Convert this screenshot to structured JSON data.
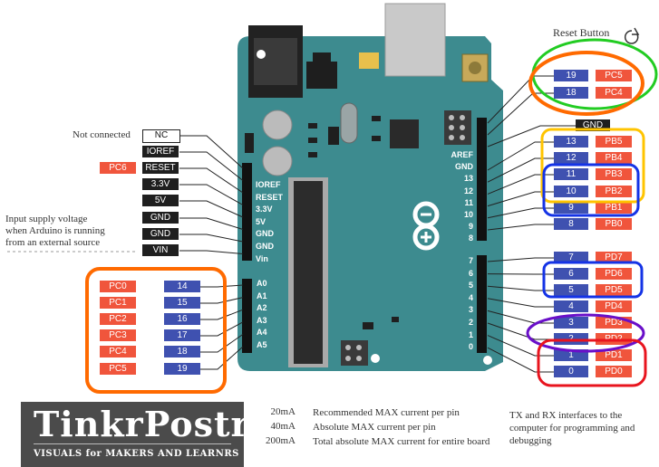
{
  "reset": {
    "label": "Reset Button"
  },
  "left_header_pins": [
    {
      "label": "NC",
      "style": "wht"
    },
    {
      "label": "IOREF",
      "style": "blk"
    },
    {
      "label": "RESET",
      "style": "blk"
    },
    {
      "label": "3.3V",
      "style": "blk"
    },
    {
      "label": "5V",
      "style": "blk"
    },
    {
      "label": "GND",
      "style": "blk"
    },
    {
      "label": "GND",
      "style": "blk"
    },
    {
      "label": "VIN",
      "style": "blk"
    }
  ],
  "left_notes": {
    "not_connected": "Not connected",
    "reset_port": "PC6",
    "input_supply": "Input supply voltage\nwhen Arduino is running\nfrom an external source"
  },
  "board_left_labels": [
    "IOREF",
    "RESET",
    "3.3V",
    "5V",
    "GND",
    "GND",
    "Vin"
  ],
  "analog_pins": [
    {
      "port": "PC0",
      "num": "14",
      "board": "A0"
    },
    {
      "port": "PC1",
      "num": "15",
      "board": "A1"
    },
    {
      "port": "PC2",
      "num": "16",
      "board": "A2"
    },
    {
      "port": "PC3",
      "num": "17",
      "board": "A3"
    },
    {
      "port": "PC4",
      "num": "18",
      "board": "A4"
    },
    {
      "port": "PC5",
      "num": "19",
      "board": "A5"
    }
  ],
  "board_right_labels_top": [
    "AREF",
    "GND",
    "13",
    "12",
    "11",
    "10",
    "9",
    "8"
  ],
  "board_right_labels_bottom": [
    "7",
    "6",
    "5",
    "4",
    "3",
    "2",
    "1",
    "0"
  ],
  "right_pins_top": [
    {
      "num": "19",
      "port": "PC5"
    },
    {
      "num": "18",
      "port": "PC4"
    }
  ],
  "right_gnd": "GND",
  "right_pins_mid": [
    {
      "num": "13",
      "port": "PB5"
    },
    {
      "num": "12",
      "port": "PB4"
    },
    {
      "num": "11",
      "port": "PB3"
    },
    {
      "num": "10",
      "port": "PB2"
    },
    {
      "num": "9",
      "port": "PB1"
    },
    {
      "num": "8",
      "port": "PB0"
    }
  ],
  "right_pins_bottom": [
    {
      "num": "7",
      "port": "PD7"
    },
    {
      "num": "6",
      "port": "PD6"
    },
    {
      "num": "5",
      "port": "PD5"
    },
    {
      "num": "4",
      "port": "PD4"
    },
    {
      "num": "3",
      "port": "PD3"
    },
    {
      "num": "2",
      "port": "PD2"
    },
    {
      "num": "1",
      "port": "PD1"
    },
    {
      "num": "0",
      "port": "PD0"
    }
  ],
  "logo": {
    "title": "TinkrPostr",
    "subtitle": "VISUALS for MAKERS AND LEARNRS"
  },
  "currents": [
    {
      "value": "20mA",
      "desc": "Recommended MAX current per pin"
    },
    {
      "value": "40mA",
      "desc": "Absolute MAX current per pin"
    },
    {
      "value": "200mA",
      "desc": "Total absolute MAX current for entire board"
    }
  ],
  "txrx_note": "TX and RX  interfaces to the computer for programming and debugging",
  "colors": {
    "board": "#3d8b8f",
    "pin_blue": "#3f51b0",
    "pin_red": "#f0553c",
    "circle_green": "#22cc22",
    "circle_orange": "#ff6a00",
    "circle_yellow": "#ffc400",
    "circle_blue": "#1433e6",
    "circle_purple": "#6a0fc9",
    "circle_red": "#e8141e"
  }
}
